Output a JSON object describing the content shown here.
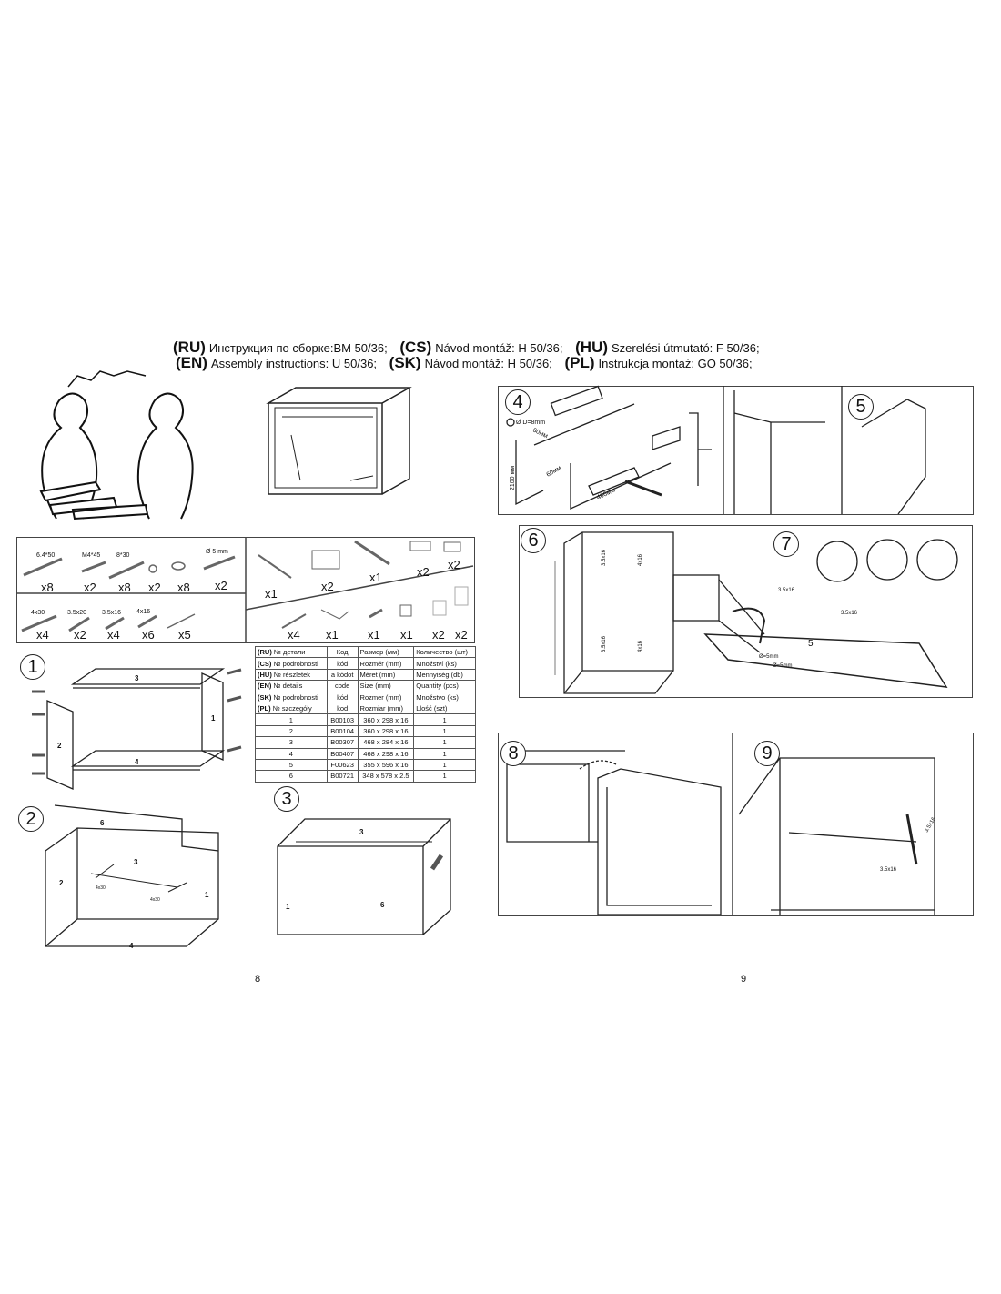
{
  "header": {
    "line1": [
      {
        "lang": "(RU)",
        "text": "Инструкция по сборке:BM 50/36;"
      },
      {
        "lang": "(CS)",
        "text": "Návod montáž: H 50/36;"
      },
      {
        "lang": "(HU)",
        "text": "Szerelési útmutató: F 50/36;"
      }
    ],
    "line2": [
      {
        "lang": "(EN)",
        "text": "Assembly instructions: U 50/36;"
      },
      {
        "lang": "(SK)",
        "text": "Návod montáž: H 50/36;"
      },
      {
        "lang": "(PL)",
        "text": "Instrukcja montaż: GO 50/36;"
      }
    ]
  },
  "hardware": {
    "fasteners_top": [
      {
        "label": "6.4*50",
        "qty": "x8"
      },
      {
        "label": "M4*45",
        "qty": "x2"
      },
      {
        "label": "8*30",
        "qty": "x8"
      },
      {
        "label": "",
        "qty": "x2"
      },
      {
        "label": "",
        "qty": "x8"
      },
      {
        "label": "Ø 5 mm",
        "qty": "x2"
      }
    ],
    "fasteners_bottom": [
      {
        "label": "4x30",
        "qty": "x4"
      },
      {
        "label": "3.5x20",
        "qty": "x2"
      },
      {
        "label": "3.5x16",
        "qty": "x4"
      },
      {
        "label": "4x16",
        "qty": "x6"
      },
      {
        "label": "",
        "qty": "x5"
      }
    ],
    "fittings_top": [
      "x1",
      "x2",
      "x1",
      "x2",
      "x2"
    ],
    "fittings_bottom": [
      "x4",
      "x1",
      "x1",
      "x1",
      "x2",
      "x2"
    ]
  },
  "parts_table": {
    "header_rows": [
      [
        "(RU)",
        "№ детали",
        "Код",
        "Размер  (мм)",
        "Количество (шт)"
      ],
      [
        "(CS)",
        "№ podrobnosti",
        "kód",
        "Rozměr (mm)",
        "Množství  (ks)"
      ],
      [
        "(HU)",
        "№ részletek",
        "a kódot",
        "Méret (mm)",
        "Mennyiség (db)"
      ],
      [
        "(EN)",
        "№ details",
        "code",
        "Size (mm)",
        "Quantity  (pcs)"
      ],
      [
        "(SK)",
        "№ podrobnosti",
        "kód",
        "Rozmer (mm)",
        "Množstvo (ks)"
      ],
      [
        "(PL)",
        "№ szczegóły",
        "kod",
        "Rozmiar (mm)",
        "Llość (szt)"
      ]
    ],
    "rows": [
      [
        "1",
        "B00103",
        "360 x 298 x 16",
        "1"
      ],
      [
        "2",
        "B00104",
        "360 x 298 x 16",
        "1"
      ],
      [
        "3",
        "B00307",
        "468 x 284 x 16",
        "1"
      ],
      [
        "4",
        "B00407",
        "468 x 298 x 16",
        "1"
      ],
      [
        "5",
        "F00623",
        "355 x 596 x 16",
        "1"
      ],
      [
        "6",
        "B00721",
        "348 x 578 x 2.5",
        "1"
      ]
    ]
  },
  "steps": {
    "s1": {
      "num": "1",
      "parts": [
        "3",
        "4",
        "1",
        "2"
      ]
    },
    "s2": {
      "num": "2",
      "parts": [
        "6",
        "3",
        "2",
        "1",
        "4"
      ],
      "screws": [
        "4x30",
        "4x30"
      ]
    },
    "s3": {
      "num": "3",
      "parts": [
        "3",
        "1",
        "6"
      ]
    },
    "s4": {
      "num": "4",
      "dims": [
        "Ø D=8mm",
        "60мм",
        "60мм",
        "2100 мм",
        "466мм"
      ]
    },
    "s5": {
      "num": "5"
    },
    "s6": {
      "num": "6",
      "screws": [
        "3.5x16",
        "4x16",
        "3.5x16",
        "4x16"
      ]
    },
    "s7": {
      "num": "7",
      "part": "5",
      "screws": [
        "3.5x16",
        "3.5x16"
      ],
      "drill": [
        "Ø=5mm",
        "Ø=5mm"
      ]
    },
    "s8": {
      "num": "8"
    },
    "s9": {
      "num": "9",
      "screws": [
        "3.5x16",
        "3.5x16"
      ]
    }
  },
  "page_numbers": {
    "left": "8",
    "right": "9"
  }
}
